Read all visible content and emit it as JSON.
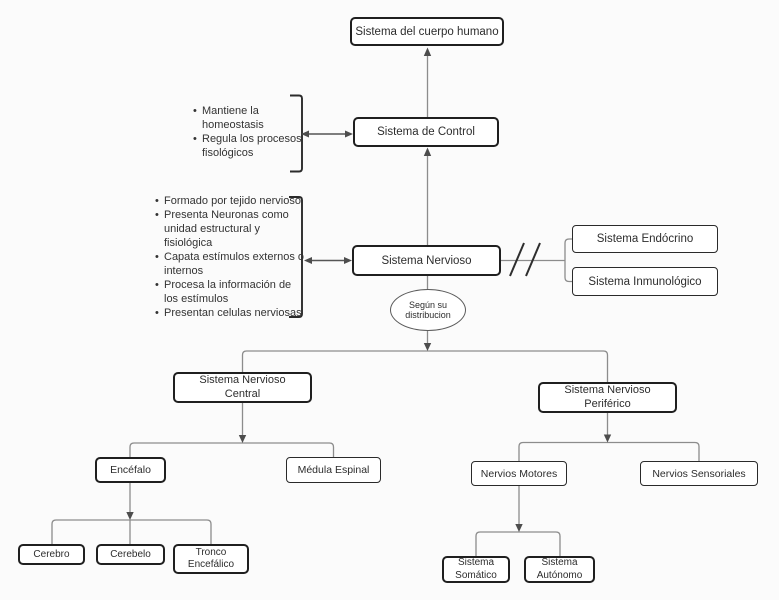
{
  "diagram": {
    "background_color": "#fbfbfb",
    "node_fill": "#ffffff",
    "node_border_color": "#1f1f1f",
    "line_color": "#8c8c8c",
    "arrow_color": "#4d4d4d",
    "bracket_color": "#2b2b2b",
    "text_color": "#2d2d2d"
  },
  "nodes": {
    "cuerpo_humano": {
      "label": "Sistema del cuerpo humano"
    },
    "control": {
      "label": "Sistema de Control"
    },
    "nervioso": {
      "label": "Sistema Nervioso"
    },
    "endocrino": {
      "label": "Sistema Endócrino"
    },
    "inmunologico": {
      "label": "Sistema Inmunológico"
    },
    "distribucion": {
      "label": "Según su\ndistribucion"
    },
    "snc": {
      "label": "Sistema Nervioso\nCentral"
    },
    "snp": {
      "label": "Sistema Nervioso\nPeriférico"
    },
    "encefalo": {
      "label": "Encéfalo"
    },
    "medula": {
      "label": "Médula Espinal"
    },
    "cerebro": {
      "label": "Cerebro"
    },
    "cerebelo": {
      "label": "Cerebelo"
    },
    "tronco": {
      "label": "Tronco\nEncefálico"
    },
    "motores": {
      "label": "Nervios Motores"
    },
    "sensoriales": {
      "label": "Nervios Sensoriales"
    },
    "somatico": {
      "label": "Sistema\nSomático"
    },
    "autonomo": {
      "label": "Sistema\nAutónomo"
    }
  },
  "notes": {
    "control": {
      "items": [
        "Mantiene la\nhomeostasis",
        "Regula los procesos\nfisológicos"
      ]
    },
    "nervioso": {
      "items": [
        "Formado por tejido nervioso",
        "Presenta Neuronas como\nunidad estructural y\nfisiológica",
        "Capata estímulos externos o\ninternos",
        "Procesa la información de\nlos estímulos",
        "Presentan celulas nerviosas"
      ]
    }
  }
}
